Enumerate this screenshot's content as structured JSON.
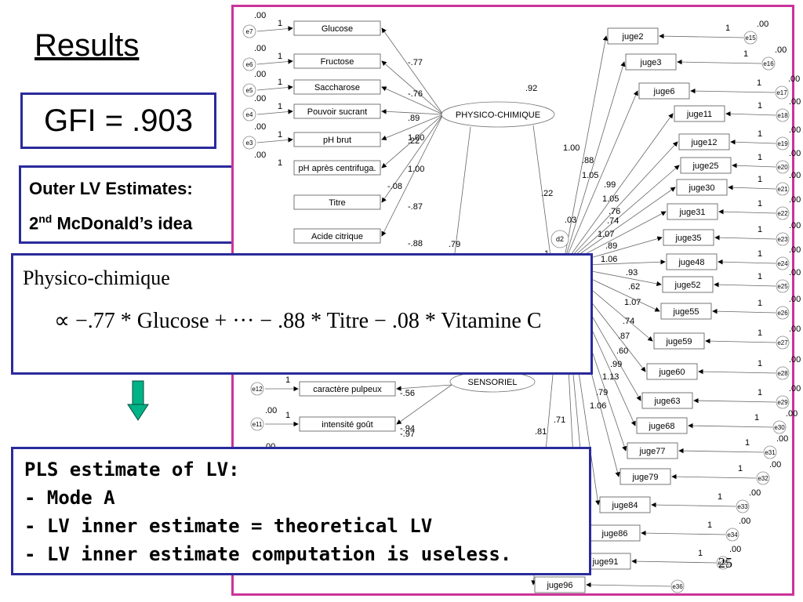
{
  "slide": {
    "title": "Results",
    "gfi": "GFI = .903",
    "outer_line1": "Outer LV Estimates:",
    "outer_line2_pre": "2",
    "outer_line2_sup": "nd",
    "outer_line2_post": " McDonald’s idea",
    "page_number": "25"
  },
  "formula": {
    "heading": "Physico-chimique",
    "expression": "∝ −.77 * Glucose + ··· − .88 * Titre − .08 * Vitamine C"
  },
  "pls": {
    "line1": "PLS estimate of LV:",
    "line2": "- Mode A",
    "line3": "- LV inner estimate = theoretical LV",
    "line4": "- LV inner estimate computation is useless."
  },
  "diagram": {
    "latent_top": "PHYSICO-CHIMIQUE",
    "latent_bottom": "SENSORIEL",
    "disturbance": "d2",
    "left_vars": [
      {
        "name": "Glucose",
        "err": "e7",
        "var": ".00",
        "one": "1",
        "coef": "-.77"
      },
      {
        "name": "Fructose",
        "err": "e6",
        "var": ".00",
        "one": "1",
        "coef": "-.76"
      },
      {
        "name": "Saccharose",
        "err": "e5",
        "var": ".00",
        "one": "1",
        "coef": ".89"
      },
      {
        "name": "Pouvoir sucrant",
        "err": "e4",
        "var": ".00",
        "one": "1",
        "coef": ".22"
      },
      {
        "name": "pH brut",
        "err": "e3",
        "var": ".00",
        "one": "1",
        "coef": "1.00"
      },
      {
        "name": "pH après centrifuga.",
        "err": "",
        "var": ".00",
        "one": "1",
        "coef": "1.00"
      },
      {
        "name": "Titre",
        "err": "",
        "var": "",
        "one": "",
        "coef": "-.87"
      },
      {
        "name": "Acide citrique",
        "err": "",
        "var": "",
        "one": "",
        "coef": "-.88"
      }
    ],
    "left_extra_coef": "-.08",
    "left_low_vars": [
      {
        "name": "caractère pulpeux",
        "err": "e12",
        "var": "",
        "one": "1",
        "coef": "-.56"
      },
      {
        "name": "intensité goût",
        "err": "e11",
        "var": ".00",
        "one": "1",
        "coef": "-.94"
      }
    ],
    "left_low_extra": [
      ".00",
      "-.97"
    ],
    "path_labels": [
      ".92",
      ".22",
      ".79",
      ".03",
      "1"
    ],
    "bottom_coefs": [
      ".81",
      ".71"
    ],
    "right_vars": [
      {
        "name": "juge2",
        "err": "e15",
        "var": ".00",
        "one": "1"
      },
      {
        "name": "juge3",
        "err": "e16",
        "var": ".00",
        "one": "1"
      },
      {
        "name": "juge6",
        "err": "e17",
        "var": ".00",
        "one": "1"
      },
      {
        "name": "juge11",
        "err": "e18",
        "var": ".00",
        "one": "1"
      },
      {
        "name": "juge12",
        "err": "e19",
        "var": ".00",
        "one": "1"
      },
      {
        "name": "juge25",
        "err": "e20",
        "var": ".00",
        "one": "1"
      },
      {
        "name": "juge30",
        "err": "e21",
        "var": ".00",
        "one": "1"
      },
      {
        "name": "juge31",
        "err": "e22",
        "var": ".00",
        "one": "1"
      },
      {
        "name": "juge35",
        "err": "e23",
        "var": ".00",
        "one": "1"
      },
      {
        "name": "juge48",
        "err": "e24",
        "var": ".00",
        "one": "1"
      },
      {
        "name": "juge52",
        "err": "e25",
        "var": ".00",
        "one": "1"
      },
      {
        "name": "juge55",
        "err": "e26",
        "var": ".00",
        "one": "1"
      },
      {
        "name": "juge59",
        "err": "e27",
        "var": ".00",
        "one": "1"
      },
      {
        "name": "juge60",
        "err": "e28",
        "var": ".00",
        "one": "1"
      },
      {
        "name": "juge63",
        "err": "e29",
        "var": ".00",
        "one": "1"
      },
      {
        "name": "juge68",
        "err": "e30",
        "var": ".00",
        "one": "1"
      },
      {
        "name": "juge77",
        "err": "e31",
        "var": ".00",
        "one": "1"
      },
      {
        "name": "juge79",
        "err": "e32",
        "var": ".00",
        "one": "1"
      },
      {
        "name": "juge84",
        "err": "e33",
        "var": ".00",
        "one": "1"
      },
      {
        "name": "juge86",
        "err": "e34",
        "var": ".00",
        "one": "1"
      },
      {
        "name": "juge91",
        "err": "e35",
        "var": ".00",
        "one": "1"
      },
      {
        "name": "juge96",
        "err": "e36",
        "var": "",
        "one": ""
      }
    ],
    "right_loadings": [
      "1.00",
      ".88",
      "1.05",
      ".99",
      "1.05",
      ".76",
      ".74",
      "1.07",
      ".89",
      "1.06",
      ".93",
      ".62",
      "1.07",
      ".74",
      ".87",
      ".60",
      ".99",
      "1.13",
      ".79",
      "1.06"
    ]
  },
  "colors": {
    "box_border": "#2a2a9c",
    "diagram_border": "#cc3399",
    "arrow_fill": "#00b386"
  }
}
